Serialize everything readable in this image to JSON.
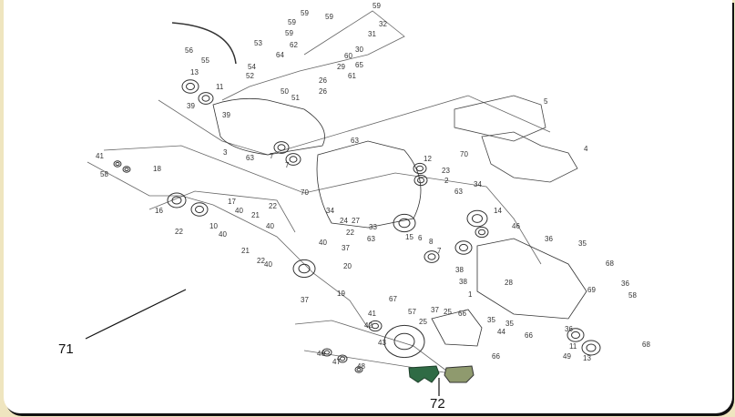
{
  "diagram": {
    "title": "Transmission exploded parts diagram",
    "callouts": [
      "53",
      "56",
      "55",
      "54",
      "52",
      "13",
      "11",
      "39",
      "39",
      "50",
      "51",
      "26",
      "26",
      "59",
      "59",
      "59",
      "59",
      "59",
      "32",
      "31",
      "62",
      "30",
      "64",
      "60",
      "65",
      "29",
      "61",
      "3",
      "63",
      "7",
      "7",
      "63",
      "5",
      "4",
      "12",
      "23",
      "70",
      "2",
      "34",
      "63",
      "24",
      "27",
      "33",
      "34",
      "14",
      "46",
      "15",
      "6",
      "8",
      "7",
      "63",
      "41",
      "58",
      "18",
      "16",
      "17",
      "40",
      "21",
      "10",
      "40",
      "40",
      "22",
      "22",
      "22",
      "40",
      "21",
      "22",
      "40",
      "70",
      "37",
      "20",
      "37",
      "19",
      "67",
      "41",
      "36",
      "35",
      "68",
      "38",
      "38",
      "1",
      "28",
      "69",
      "36",
      "58",
      "35",
      "35",
      "37",
      "25",
      "57",
      "25",
      "66",
      "44",
      "66",
      "42",
      "43",
      "66",
      "49",
      "36",
      "11",
      "13",
      "68",
      "46",
      "47",
      "48"
    ],
    "main_callouts": {
      "left": "71",
      "bottom": "72"
    },
    "colors": {
      "frame": "#efe5bf",
      "pad_dark": "#2f6b45",
      "pad_light": "#8f9a6e",
      "line": "#555555"
    }
  }
}
